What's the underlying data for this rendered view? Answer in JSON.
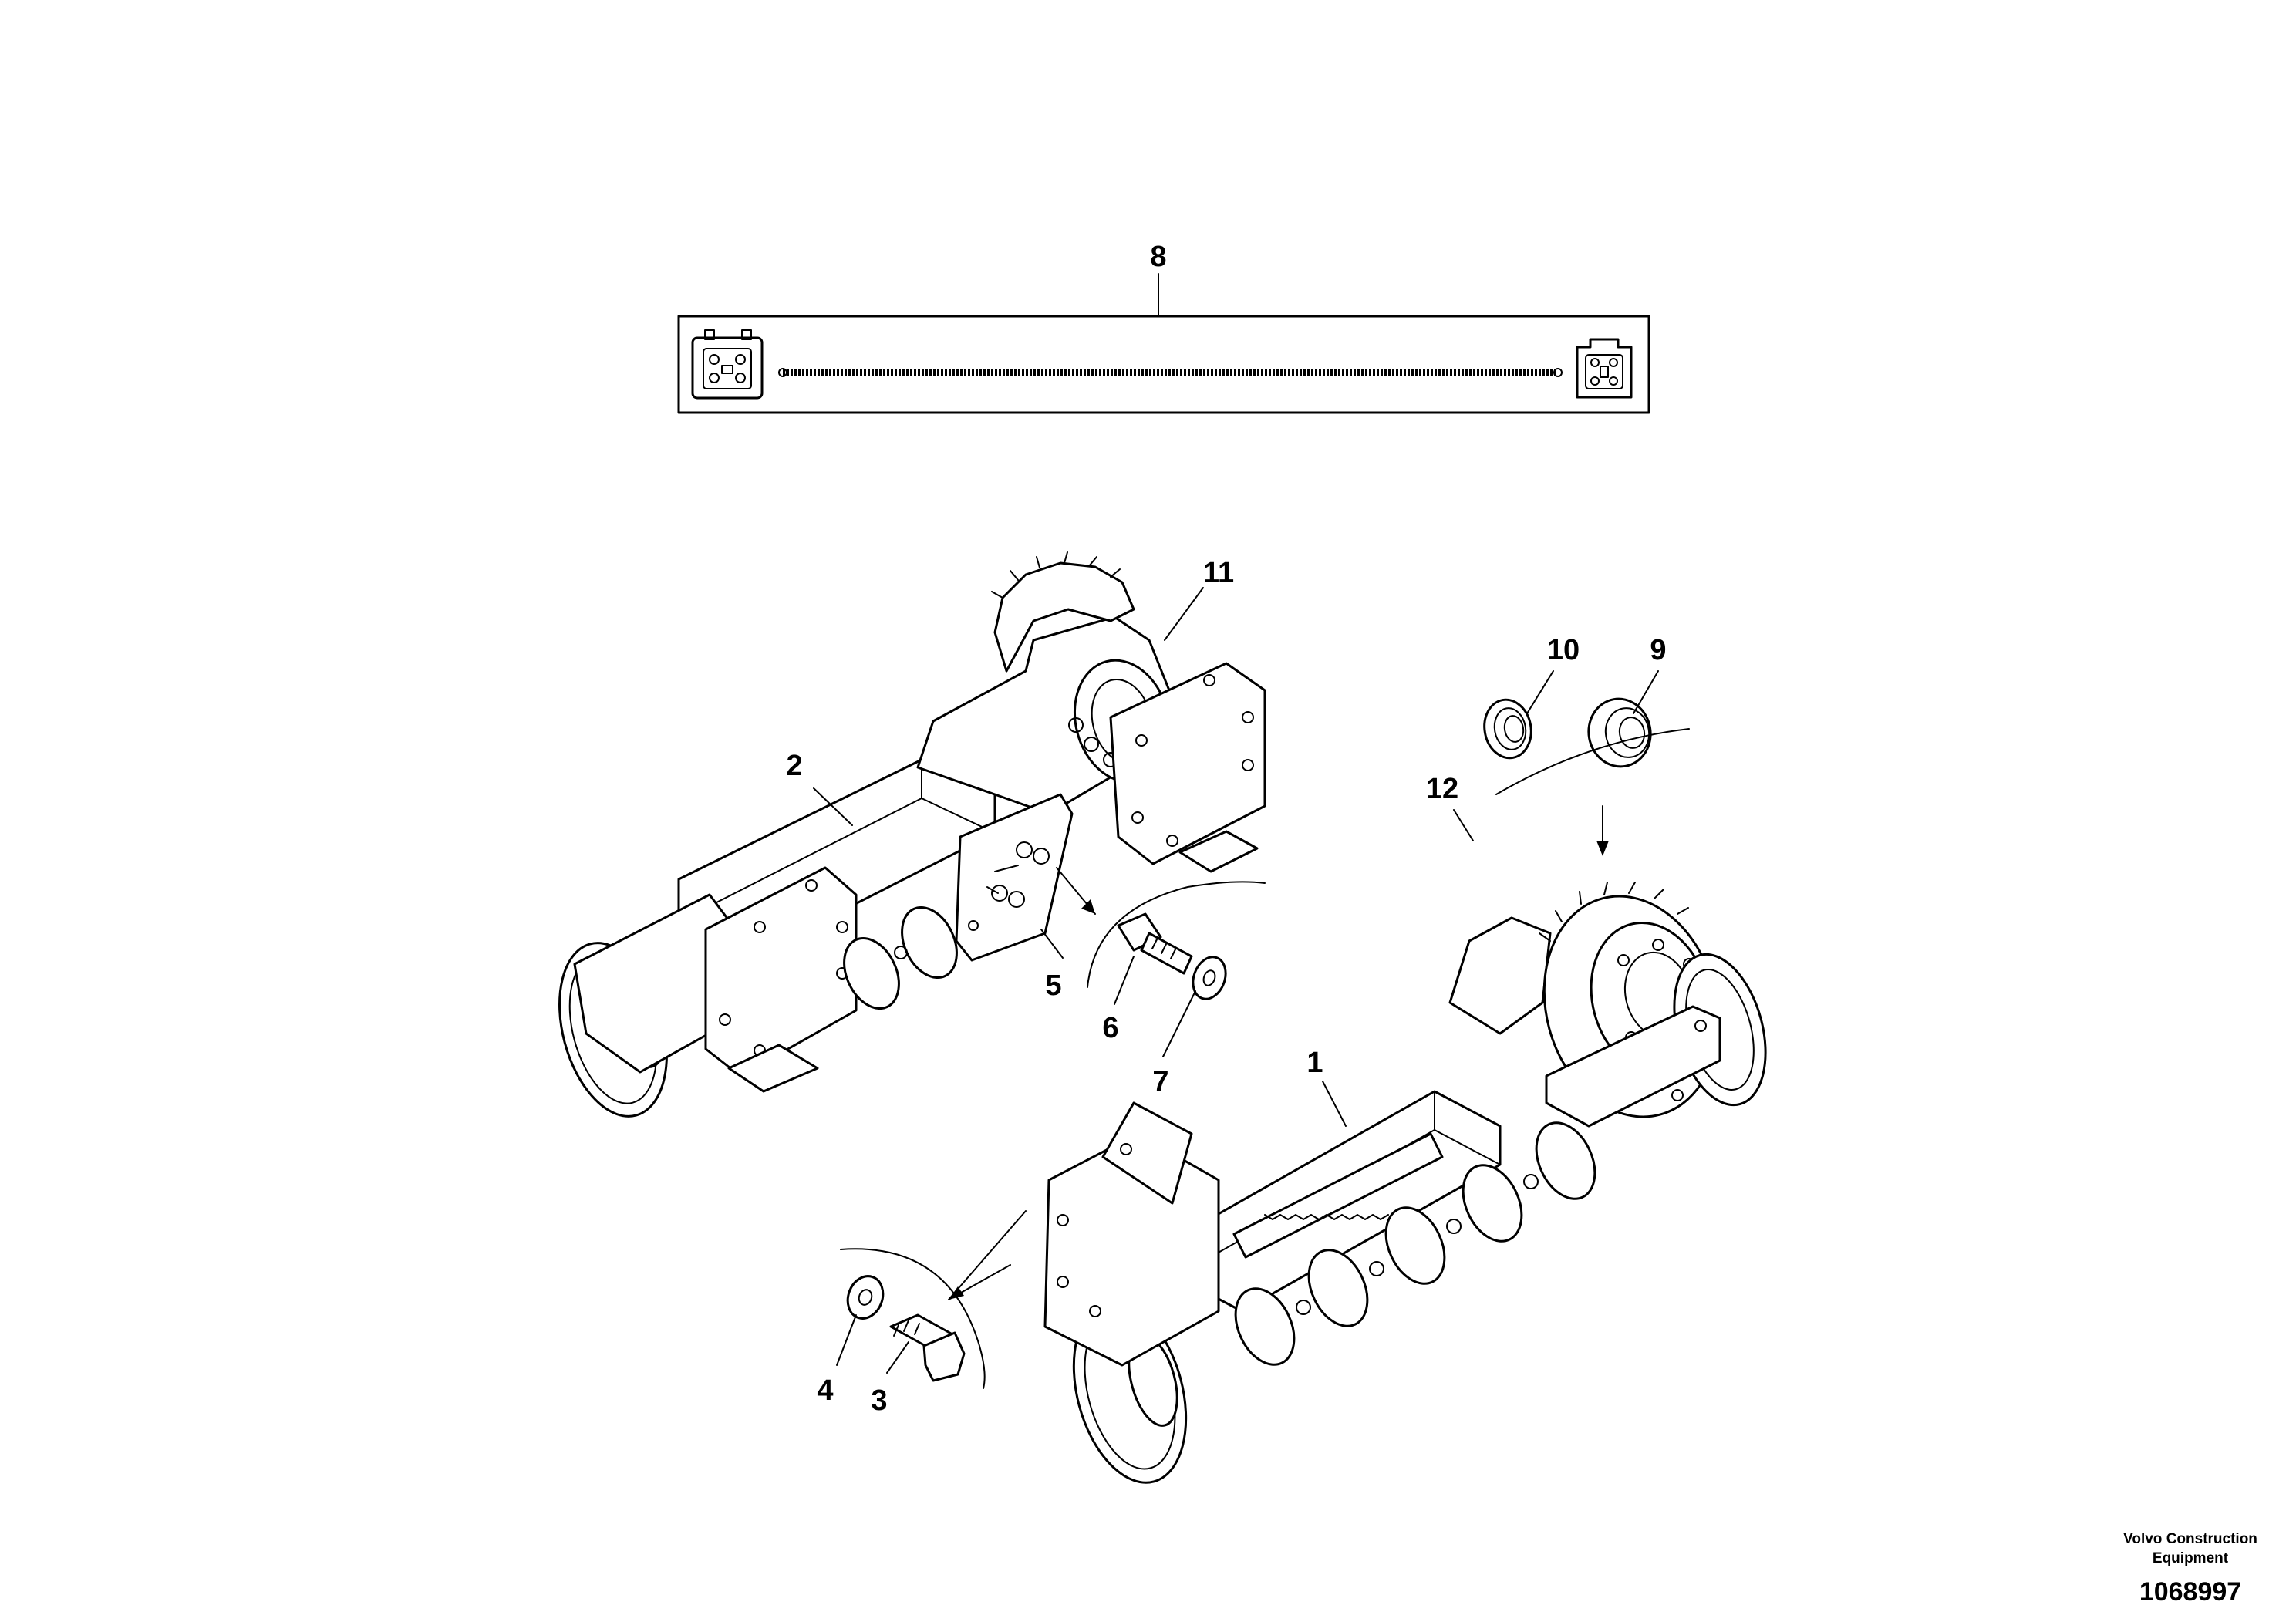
{
  "callouts": {
    "c1": "1",
    "c2": "2",
    "c3": "3",
    "c4": "4",
    "c5": "5",
    "c6": "6",
    "c7": "7",
    "c8": "8",
    "c9": "9",
    "c10": "10",
    "c11": "11",
    "c12": "12"
  },
  "footer": {
    "credit_line1": "Volvo Construction",
    "credit_line2": "Equipment",
    "document_number": "1068997"
  }
}
